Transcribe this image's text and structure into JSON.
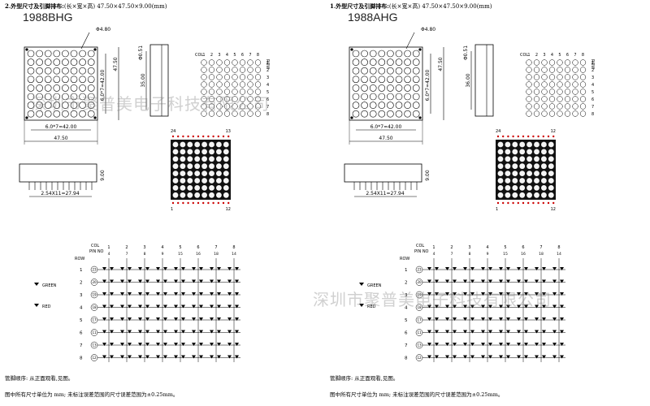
{
  "panels": [
    {
      "heading_bold": "2.外型尺寸及引脚排布:",
      "heading_rest": "(长×宽×高) 47.50×47.50×9.00(mm)",
      "model": "1988BHG",
      "dims": {
        "dia": "Φ4.80",
        "h1": "35.00",
        "h2": "6.0*7=42.00",
        "w1": "6.0*7=42.00",
        "w2": "47.50",
        "side": "Φ0.51",
        "depth": "9.00",
        "pitch": "2.54X11=27.94"
      },
      "pin_top_left": "24",
      "pin_top_right": "13",
      "pin_bot_left": "1",
      "pin_bot_right": "12",
      "col_label": "COL",
      "row_label": "ROW",
      "col_nums": [
        "1",
        "2",
        "3",
        "4",
        "5",
        "6",
        "7",
        "8"
      ],
      "row_nums": [
        "1",
        "2",
        "3",
        "4",
        "5",
        "6",
        "7",
        "8"
      ],
      "pinno_label": "PIN NO",
      "col_pins": [
        "4",
        "7",
        "8",
        "9",
        "15",
        "16",
        "18",
        "14"
      ],
      "row_pins": [
        "23",
        "20",
        "19",
        "18",
        "17",
        "11",
        "13",
        "12"
      ],
      "legend_green": "GREEN",
      "legend_red": "RED",
      "note1": "管脚顺序: 从正面观看,见图。",
      "note2": "图中所有尺寸单位为 mm; 未标注误差范围的尺寸误差范围为±0.25mm。"
    },
    {
      "heading_bold": "1.外型尺寸及引脚排布:",
      "heading_rest": "(长×宽×高) 47.50×47.50×9.00(mm)",
      "model": "1988AHG",
      "dims": {
        "dia": "Φ4.80",
        "h1": "36.00",
        "h2": "6.0*7=42.00",
        "w1": "6.0*7=42.00",
        "w2": "47.50",
        "side": "Φ0.51",
        "depth": "9.00",
        "pitch": "2.54X11=27.94"
      },
      "pin_top_left": "24",
      "pin_top_right": "12",
      "pin_bot_left": "1",
      "pin_bot_right": "12",
      "col_label": "COL",
      "row_label": "ROW",
      "col_nums": [
        "1",
        "2",
        "3",
        "4",
        "5",
        "6",
        "7",
        "8"
      ],
      "row_nums": [
        "1",
        "2",
        "3",
        "4",
        "5",
        "6",
        "7",
        "8"
      ],
      "pinno_label": "PIN NO",
      "col_pins": [
        "4",
        "7",
        "8",
        "9",
        "15",
        "16",
        "18",
        "14"
      ],
      "row_pins": [
        "23",
        "20",
        "19",
        "18",
        "17",
        "11",
        "13",
        "12"
      ],
      "legend_green": "GREEN",
      "legend_red": "RED",
      "note1": "管脚顺序: 从正面观看,见图。",
      "note2": "图中所有尺寸单位为 mm; 未标注误差范围的尺寸误差范围为±0.25mm。"
    }
  ],
  "watermark": {
    "left": "深圳市聚普美电子科技有限公司",
    "right": "深圳市聚普美电子科技有限公司"
  }
}
